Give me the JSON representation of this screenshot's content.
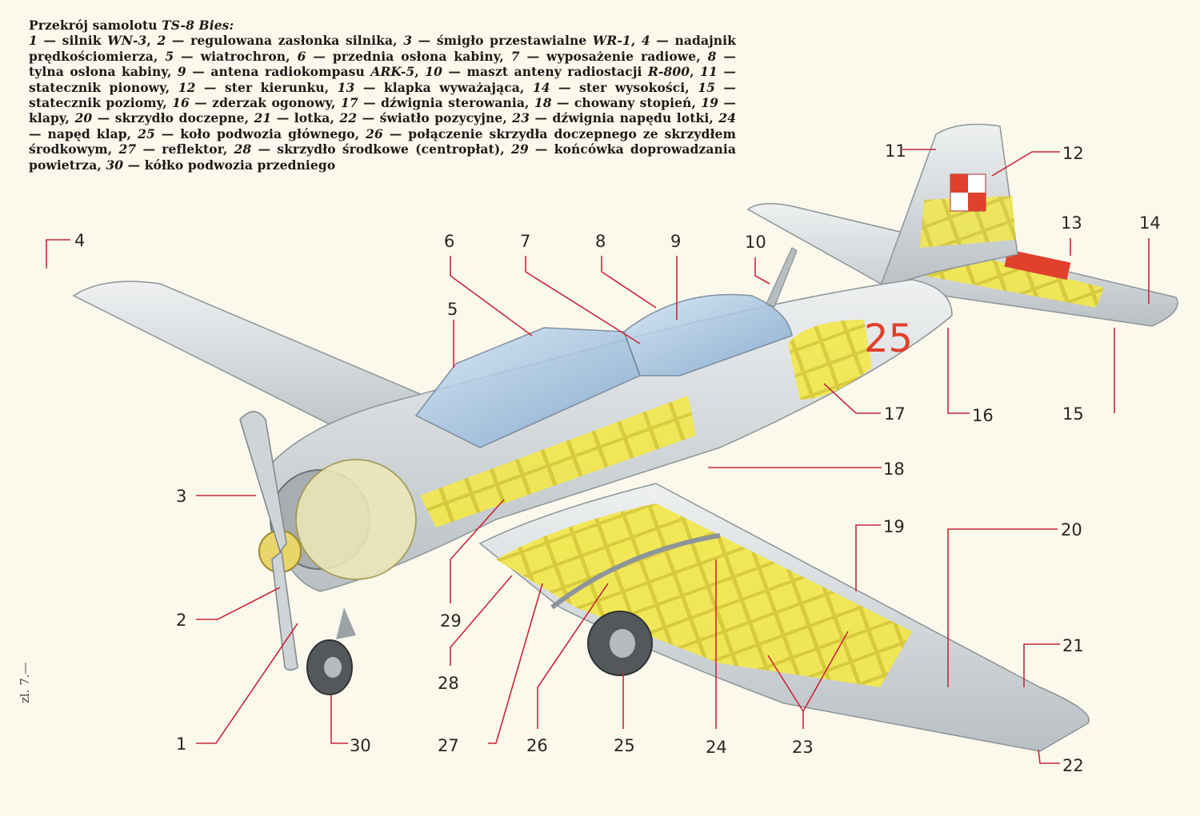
{
  "caption": {
    "title_prefix": "Przekrój samolotu ",
    "title_model": "TS-8 Bies:",
    "parts": [
      {
        "n": "1",
        "pre": "silnik ",
        "it": "WN-3",
        "post": ""
      },
      {
        "n": "2",
        "pre": "regulowana zasłonka silnika",
        "it": "",
        "post": ""
      },
      {
        "n": "3",
        "pre": "śmigło przestawialne ",
        "it": "WR-1",
        "post": ""
      },
      {
        "n": "4",
        "pre": "nadajnik prędkościomierza",
        "it": "",
        "post": ""
      },
      {
        "n": "5",
        "pre": "wiatrochron",
        "it": "",
        "post": ""
      },
      {
        "n": "6",
        "pre": "przednia osłona kabiny",
        "it": "",
        "post": ""
      },
      {
        "n": "7",
        "pre": "wyposażenie radiowe",
        "it": "",
        "post": ""
      },
      {
        "n": "8",
        "pre": "tylna osłona kabiny",
        "it": "",
        "post": ""
      },
      {
        "n": "9",
        "pre": "antena radiokompasu ",
        "it": "ARK-5",
        "post": ""
      },
      {
        "n": "10",
        "pre": "maszt anteny radiostacji ",
        "it": "R-800",
        "post": ""
      },
      {
        "n": "11",
        "pre": "statecznik pionowy",
        "it": "",
        "post": ""
      },
      {
        "n": "12",
        "pre": "ster kierunku",
        "it": "",
        "post": ""
      },
      {
        "n": "13",
        "pre": "klapka wyważająca",
        "it": "",
        "post": ""
      },
      {
        "n": "14",
        "pre": "ster wysokości",
        "it": "",
        "post": ""
      },
      {
        "n": "15",
        "pre": "statecznik poziomy",
        "it": "",
        "post": ""
      },
      {
        "n": "16",
        "pre": "zderzak ogonowy",
        "it": "",
        "post": ""
      },
      {
        "n": "17",
        "pre": "dźwignia sterowania",
        "it": "",
        "post": ""
      },
      {
        "n": "18",
        "pre": "chowany stopień",
        "it": "",
        "post": ""
      },
      {
        "n": "19",
        "pre": "klapy",
        "it": "",
        "post": ""
      },
      {
        "n": "20",
        "pre": "skrzydło doczepne",
        "it": "",
        "post": ""
      },
      {
        "n": "21",
        "pre": "lotka",
        "it": "",
        "post": ""
      },
      {
        "n": "22",
        "pre": "światło pozycyjne",
        "it": "",
        "post": ""
      },
      {
        "n": "23",
        "pre": "dźwignia napędu lotki",
        "it": "",
        "post": ""
      },
      {
        "n": "24",
        "pre": "napęd klap",
        "it": "",
        "post": ""
      },
      {
        "n": "25",
        "pre": "koło podwozia głównego",
        "it": "",
        "post": ""
      },
      {
        "n": "26",
        "pre": "połączenie skrzydła doczepnego ze skrzydłem środkowym",
        "it": "",
        "post": ""
      },
      {
        "n": "27",
        "pre": "reflektor",
        "it": "",
        "post": ""
      },
      {
        "n": "28",
        "pre": "skrzydło środkowe (centropłat)",
        "it": "",
        "post": ""
      },
      {
        "n": "29",
        "pre": "końcówka doprowadzania powietrza",
        "it": "",
        "post": ""
      },
      {
        "n": "30",
        "pre": "kółko podwozia przedniego",
        "it": "",
        "post": ""
      }
    ]
  },
  "aircraft_marking": "25",
  "page_ref": "zl. 7.—",
  "colors": {
    "background": "#fbf8ec",
    "airframe": "#d4d9dc",
    "structure": "#f2e84a",
    "marking_red": "#e0402c",
    "leader": "#c8283a"
  },
  "callouts": [
    "1",
    "2",
    "3",
    "4",
    "5",
    "6",
    "7",
    "8",
    "9",
    "10",
    "11",
    "12",
    "13",
    "14",
    "15",
    "16",
    "17",
    "18",
    "19",
    "20",
    "21",
    "22",
    "23",
    "24",
    "25",
    "26",
    "27",
    "28",
    "29",
    "30"
  ]
}
